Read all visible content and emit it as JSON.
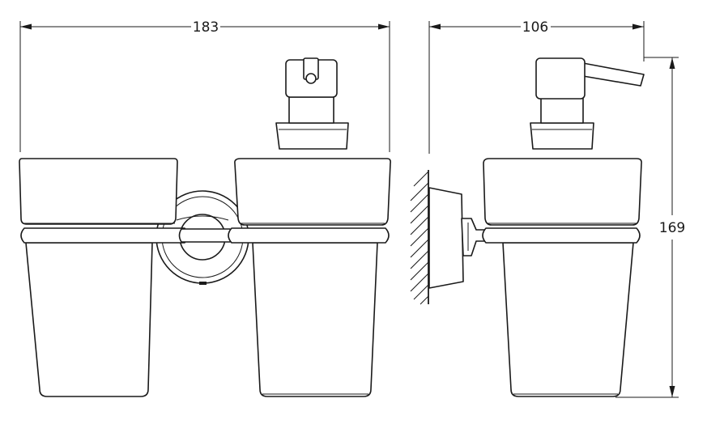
{
  "dimensions": {
    "width_front": "183",
    "depth_side": "106",
    "height": "169"
  },
  "colors": {
    "line": "#1a1a1a",
    "background": "#ffffff"
  }
}
